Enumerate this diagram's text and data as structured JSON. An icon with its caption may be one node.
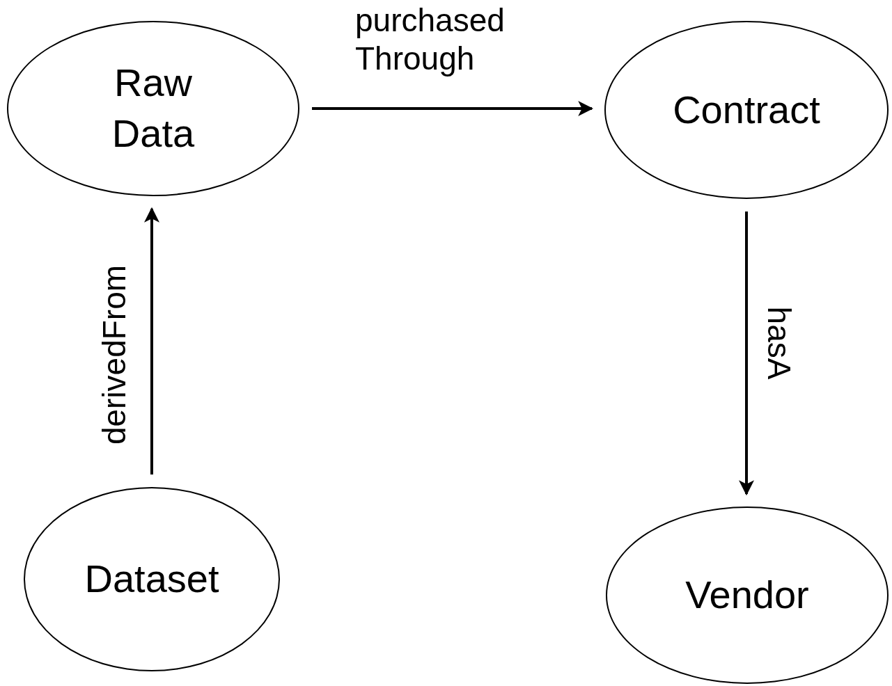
{
  "diagram": {
    "nodes": [
      {
        "text": [
          "Raw Data"
        ]
      },
      {
        "text": [
          "Contract"
        ]
      },
      {
        "text": [
          "Dataset"
        ]
      },
      {
        "text": [
          "Vendor"
        ]
      }
    ],
    "edges": [
      {
        "from": 0,
        "to": 1,
        "arrow": "to",
        "label": "purchased Through"
      },
      {
        "from": 2,
        "to": 0,
        "arrow": "to",
        "label": "derivedFrom"
      },
      {
        "from": 1,
        "to": 3,
        "arrow": "to",
        "label": "hasA"
      }
    ]
  }
}
